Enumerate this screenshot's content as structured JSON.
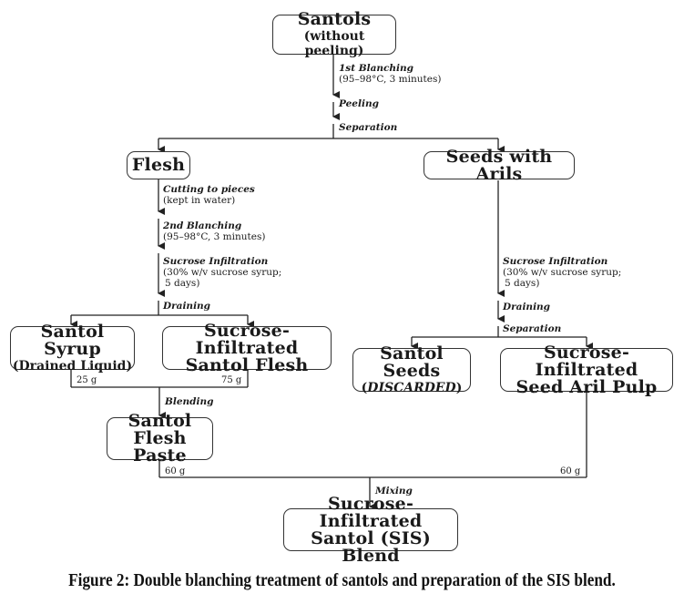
{
  "nodes": {
    "santols": {
      "title": "Santols",
      "subtitle": "(without peeling)"
    },
    "flesh": {
      "title": "Flesh"
    },
    "seeds_arils": {
      "title": "Seeds with Arils"
    },
    "santol_syrup": {
      "title": "Santol Syrup",
      "subtitle": "(Drained Liquid)"
    },
    "si_flesh": {
      "title": "Sucrose-Infiltrated",
      "title2": "Santol Flesh"
    },
    "santol_seeds": {
      "title": "Santol Seeds",
      "subtitle": "DISCARDED"
    },
    "si_aril": {
      "title": "Sucrose-Infiltrated",
      "title2": "Seed Aril Pulp"
    },
    "flesh_paste": {
      "title": "Santol",
      "title2": "Flesh Paste"
    },
    "sis_blend": {
      "title": "Sucrose-Infiltrated",
      "title2": "Santol (SIS) Blend"
    }
  },
  "steps": {
    "first_blanching": {
      "name": "1st Blanching",
      "detail": "(95–98°C, 3 minutes)"
    },
    "peeling": {
      "name": "Peeling"
    },
    "separation_1": {
      "name": "Separation"
    },
    "cutting": {
      "name": "Cutting to pieces",
      "detail": "(kept in water)"
    },
    "second_blanching": {
      "name": "2nd Blanching",
      "detail": "(95–98°C, 3 minutes)"
    },
    "sucrose_infiltration_left": {
      "name": "Sucrose Infiltration",
      "detail1": "(30% w/v sucrose syrup;",
      "detail2": "5 days)"
    },
    "draining_left": {
      "name": "Draining"
    },
    "sucrose_infiltration_right": {
      "name": "Sucrose Infiltration",
      "detail1": "(30% w/v sucrose syrup;",
      "detail2": "5 days)"
    },
    "draining_right": {
      "name": "Draining"
    },
    "separation_2": {
      "name": "Separation"
    },
    "blending": {
      "name": "Blending"
    },
    "mixing": {
      "name": "Mixing"
    }
  },
  "quantities": {
    "syrup": "25 g",
    "flesh": "75 g",
    "paste": "60 g",
    "aril": "60 g"
  },
  "caption": "Figure 2: Double blanching treatment of santols and preparation of the SIS blend."
}
